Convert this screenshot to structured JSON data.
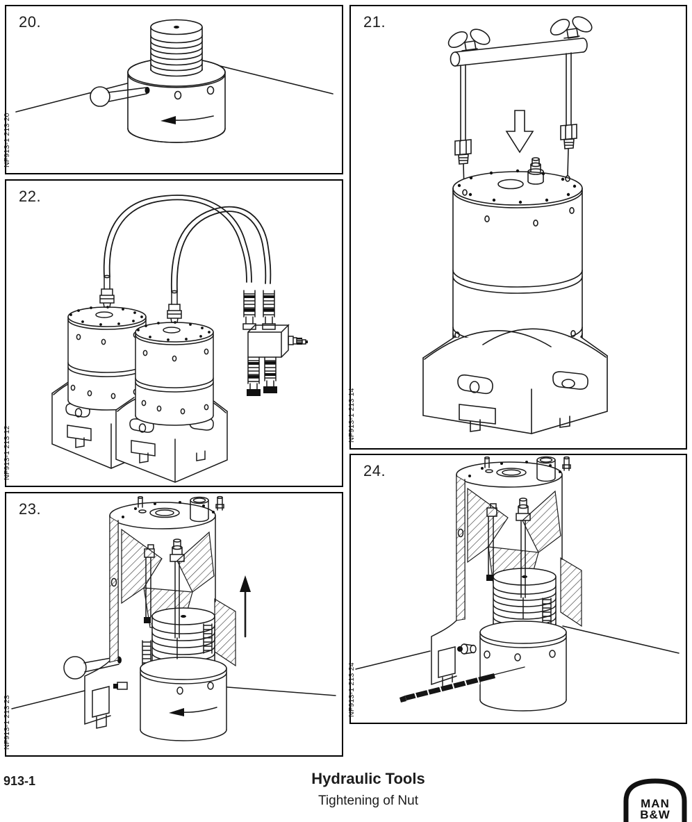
{
  "page": {
    "panels": [
      {
        "number": "20.",
        "figure_id": "NF913-1 213 20"
      },
      {
        "number": "21.",
        "figure_id": "NF913-1 213 14"
      },
      {
        "number": "22.",
        "figure_id": "NF913-1 213 12"
      },
      {
        "number": "23.",
        "figure_id": "NF913-1 213 23"
      },
      {
        "number": "24.",
        "figure_id": "NF913-1 213 24"
      }
    ],
    "footer": {
      "section_number": "913-1",
      "title": "Hydraulic Tools",
      "subtitle": "Tightening of Nut",
      "logo_line1": "MAN",
      "logo_line2": "B&W"
    },
    "colors": {
      "line": "#1a1a1a",
      "background": "#ffffff"
    }
  }
}
